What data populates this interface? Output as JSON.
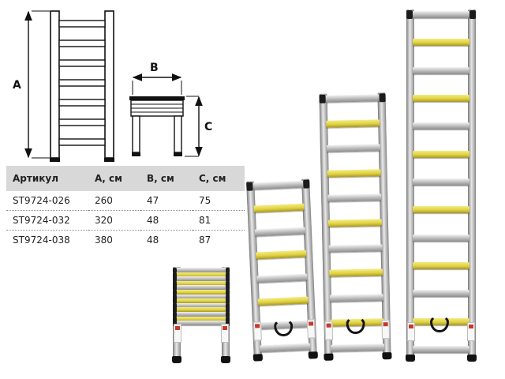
{
  "diagram": {
    "label_a": "A",
    "label_b": "B",
    "label_c": "C"
  },
  "table": {
    "headers": [
      "Артикул",
      "А, см",
      "В, см",
      "С, см"
    ],
    "rows": [
      [
        "ST9724-026",
        "260",
        "47",
        "75"
      ],
      [
        "ST9724-032",
        "320",
        "48",
        "81"
      ],
      [
        "ST9724-038",
        "380",
        "48",
        "87"
      ]
    ]
  },
  "colors": {
    "rung_yellow": "#e0d23f",
    "table_header_bg": "#d8d8d8"
  },
  "ladders": [
    {
      "key": "small",
      "label": "telescopic ladder extended 260 cm",
      "rungs": 8,
      "strap": true,
      "stacked": false
    },
    {
      "key": "medium",
      "label": "telescopic ladder extended 320 cm",
      "rungs": 11,
      "strap": true,
      "stacked": false
    },
    {
      "key": "large",
      "label": "telescopic ladder extended 380 cm",
      "rungs": 13,
      "strap": true,
      "stacked": false
    },
    {
      "key": "collapsed",
      "label": "telescopic ladder collapsed",
      "rungs": 13,
      "strap": false,
      "stacked": true
    }
  ]
}
